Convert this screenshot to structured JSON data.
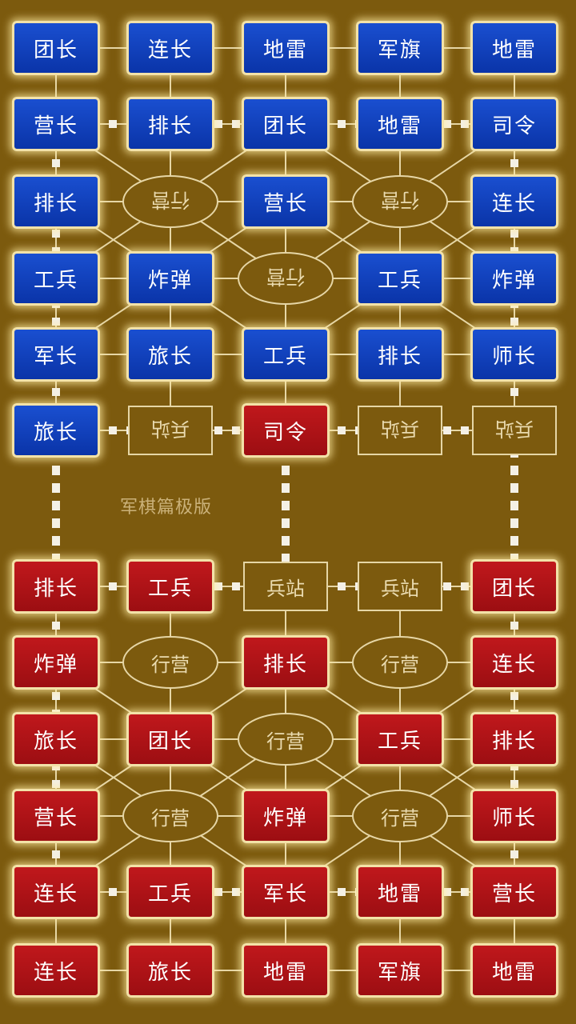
{
  "board": {
    "watermark": "军棋篇极版",
    "top_rows": [
      [
        "团长",
        "连长",
        "地雷",
        "军旗",
        "地雷"
      ],
      [
        "营长",
        "排长",
        "团长",
        "地雷",
        "司令"
      ],
      [
        "排长",
        "行营",
        "营长",
        "行营",
        "连长"
      ],
      [
        "工兵",
        "炸弹",
        "行营",
        "工兵",
        "炸弹"
      ],
      [
        "军长",
        "旅长",
        "工兵",
        "排长",
        "师长"
      ],
      [
        "旅长",
        "兵站",
        "司令",
        "兵站",
        "兵站"
      ]
    ],
    "top_types": [
      [
        "blue",
        "blue",
        "blue",
        "blue",
        "blue"
      ],
      [
        "blue",
        "blue",
        "blue",
        "blue",
        "blue"
      ],
      [
        "blue",
        "camp",
        "blue",
        "camp",
        "blue"
      ],
      [
        "blue",
        "blue",
        "camp",
        "blue",
        "blue"
      ],
      [
        "blue",
        "blue",
        "blue",
        "blue",
        "blue"
      ],
      [
        "blue",
        "post",
        "red",
        "post",
        "post"
      ]
    ],
    "bottom_rows": [
      [
        "排长",
        "工兵",
        "兵站",
        "兵站",
        "团长"
      ],
      [
        "炸弹",
        "行营",
        "排长",
        "行营",
        "连长"
      ],
      [
        "旅长",
        "团长",
        "行营",
        "工兵",
        "排长"
      ],
      [
        "营长",
        "行营",
        "炸弹",
        "行营",
        "师长"
      ],
      [
        "连长",
        "工兵",
        "军长",
        "地雷",
        "营长"
      ],
      [
        "连长",
        "旅长",
        "地雷",
        "军旗",
        "地雷"
      ]
    ],
    "bottom_types": [
      [
        "red",
        "red",
        "post",
        "post",
        "red"
      ],
      [
        "red",
        "camp",
        "red",
        "camp",
        "red"
      ],
      [
        "red",
        "red",
        "camp",
        "red",
        "red"
      ],
      [
        "red",
        "camp",
        "red",
        "camp",
        "red"
      ],
      [
        "red",
        "red",
        "red",
        "red",
        "red"
      ],
      [
        "red",
        "red",
        "red",
        "red",
        "red"
      ]
    ],
    "colors": {
      "background": "#7c5a0e",
      "blue_piece": "#0a34a8",
      "red_piece": "#9c0e12",
      "line": "#e6d6a6"
    }
  }
}
